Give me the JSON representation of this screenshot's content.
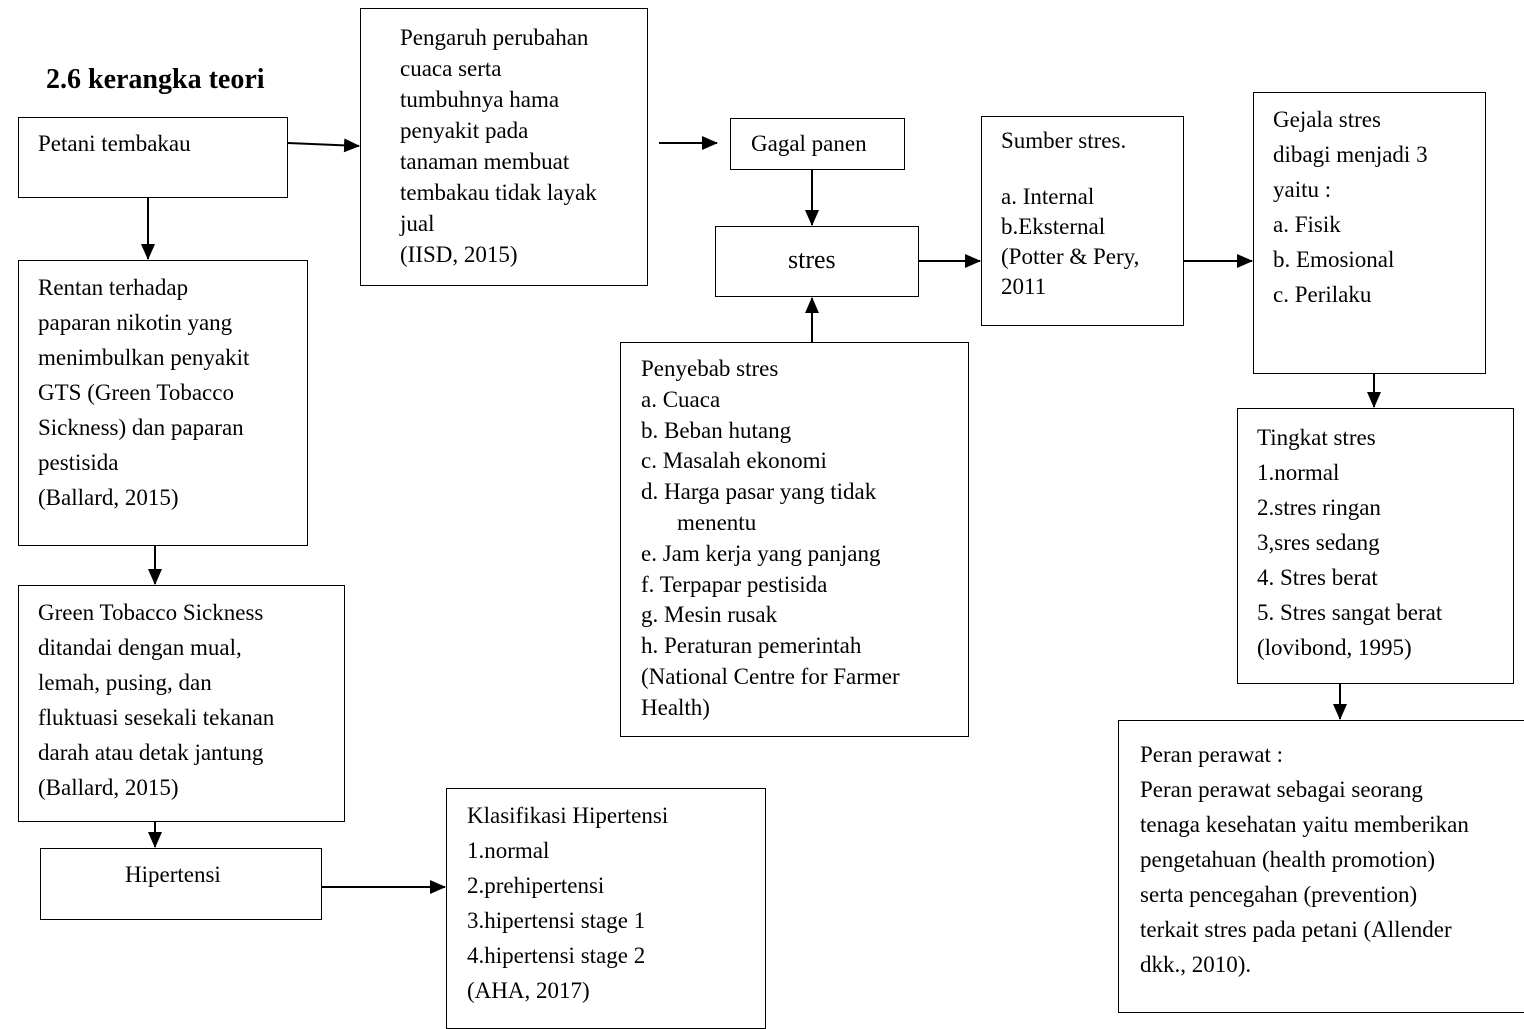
{
  "title": "2.6 kerangka teori",
  "boxes": {
    "petani": {
      "lines": [
        "Petani tembakau"
      ]
    },
    "rentan": {
      "lines": [
        "Rentan terhadap",
        "paparan nikotin yang",
        "menimbulkan penyakit",
        "GTS (Green Tobacco",
        "Sickness) dan paparan",
        "pestisida",
        "(Ballard, 2015)"
      ]
    },
    "gts": {
      "lines": [
        "Green Tobacco Sickness",
        "ditandai dengan mual,",
        "lemah, pusing, dan",
        "fluktuasi sesekali tekanan",
        "darah atau detak jantung",
        "(Ballard, 2015)"
      ]
    },
    "hipertensi": {
      "lines": [
        "Hipertensi"
      ]
    },
    "klasifikasi": {
      "lines": [
        "Klasifikasi Hipertensi",
        "1.normal",
        "2.prehipertensi",
        "3.hipertensi stage 1",
        "4.hipertensi stage 2",
        "(AHA, 2017)"
      ]
    },
    "pengaruh": {
      "lines": [
        "Pengaruh perubahan",
        "cuaca serta",
        "tumbuhnya hama",
        "penyakit  pada",
        "tanaman membuat",
        "tembakau tidak layak",
        "jual",
        "(IISD, 2015)"
      ]
    },
    "gagal": {
      "lines": [
        "Gagal panen"
      ]
    },
    "stres": {
      "lines": [
        "stres"
      ]
    },
    "penyebab": {
      "lines": [
        "Penyebab  stres",
        "a.  Cuaca",
        "b.  Beban hutang",
        "c.  Masalah ekonomi",
        "d.  Harga pasar yang tidak",
        "menentu",
        "e.  Jam kerja yang panjang",
        "f.  Terpapar pestisida",
        "g.  Mesin rusak",
        "h.  Peraturan pemerintah",
        "(National Centre for Farmer",
        "Health)"
      ]
    },
    "sumber": {
      "lines": [
        "Sumber stres.",
        "",
        "a. Internal",
        "b.Eksternal",
        "(Potter & Pery,",
        "2011"
      ]
    },
    "gejala": {
      "lines": [
        "Gejala stres",
        "dibagi menjadi 3",
        "yaitu :",
        "a. Fisik",
        "b. Emosional",
        "c. Perilaku"
      ]
    },
    "tingkat": {
      "lines": [
        "Tingkat stres",
        "1.normal",
        "2.stres ringan",
        "3,sres sedang",
        "4. Stres berat",
        "5. Stres sangat berat",
        "(lovibond, 1995)"
      ]
    },
    "peran": {
      "lines": [
        "Peran perawat :",
        "Peran perawat sebagai seorang",
        "tenaga kesehatan yaitu memberikan",
        "pengetahuan (health promotion)",
        "serta pencegahan (prevention)",
        "terkait stres pada petani (Allender",
        "dkk., 2010)."
      ]
    }
  }
}
